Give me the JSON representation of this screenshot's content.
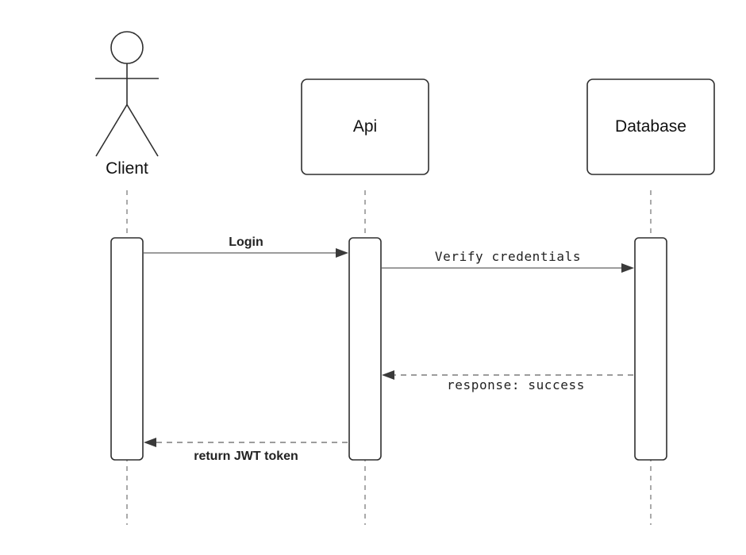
{
  "diagram_type": "sequence",
  "participants": {
    "client": {
      "label": "Client",
      "kind": "actor"
    },
    "api": {
      "label": "Api",
      "kind": "box"
    },
    "database": {
      "label": "Database",
      "kind": "box"
    }
  },
  "messages": [
    {
      "from": "Client",
      "to": "Api",
      "label": "Login",
      "style": "solid"
    },
    {
      "from": "Api",
      "to": "Database",
      "label": "Verify credentials",
      "style": "solid"
    },
    {
      "from": "Database",
      "to": "Api",
      "label": "response: success",
      "style": "dashed"
    },
    {
      "from": "Api",
      "to": "Client",
      "label": "return JWT token",
      "style": "dashed"
    }
  ],
  "colors": {
    "stroke": "#2f2f2f",
    "text": "#111111",
    "background": "#ffffff"
  }
}
